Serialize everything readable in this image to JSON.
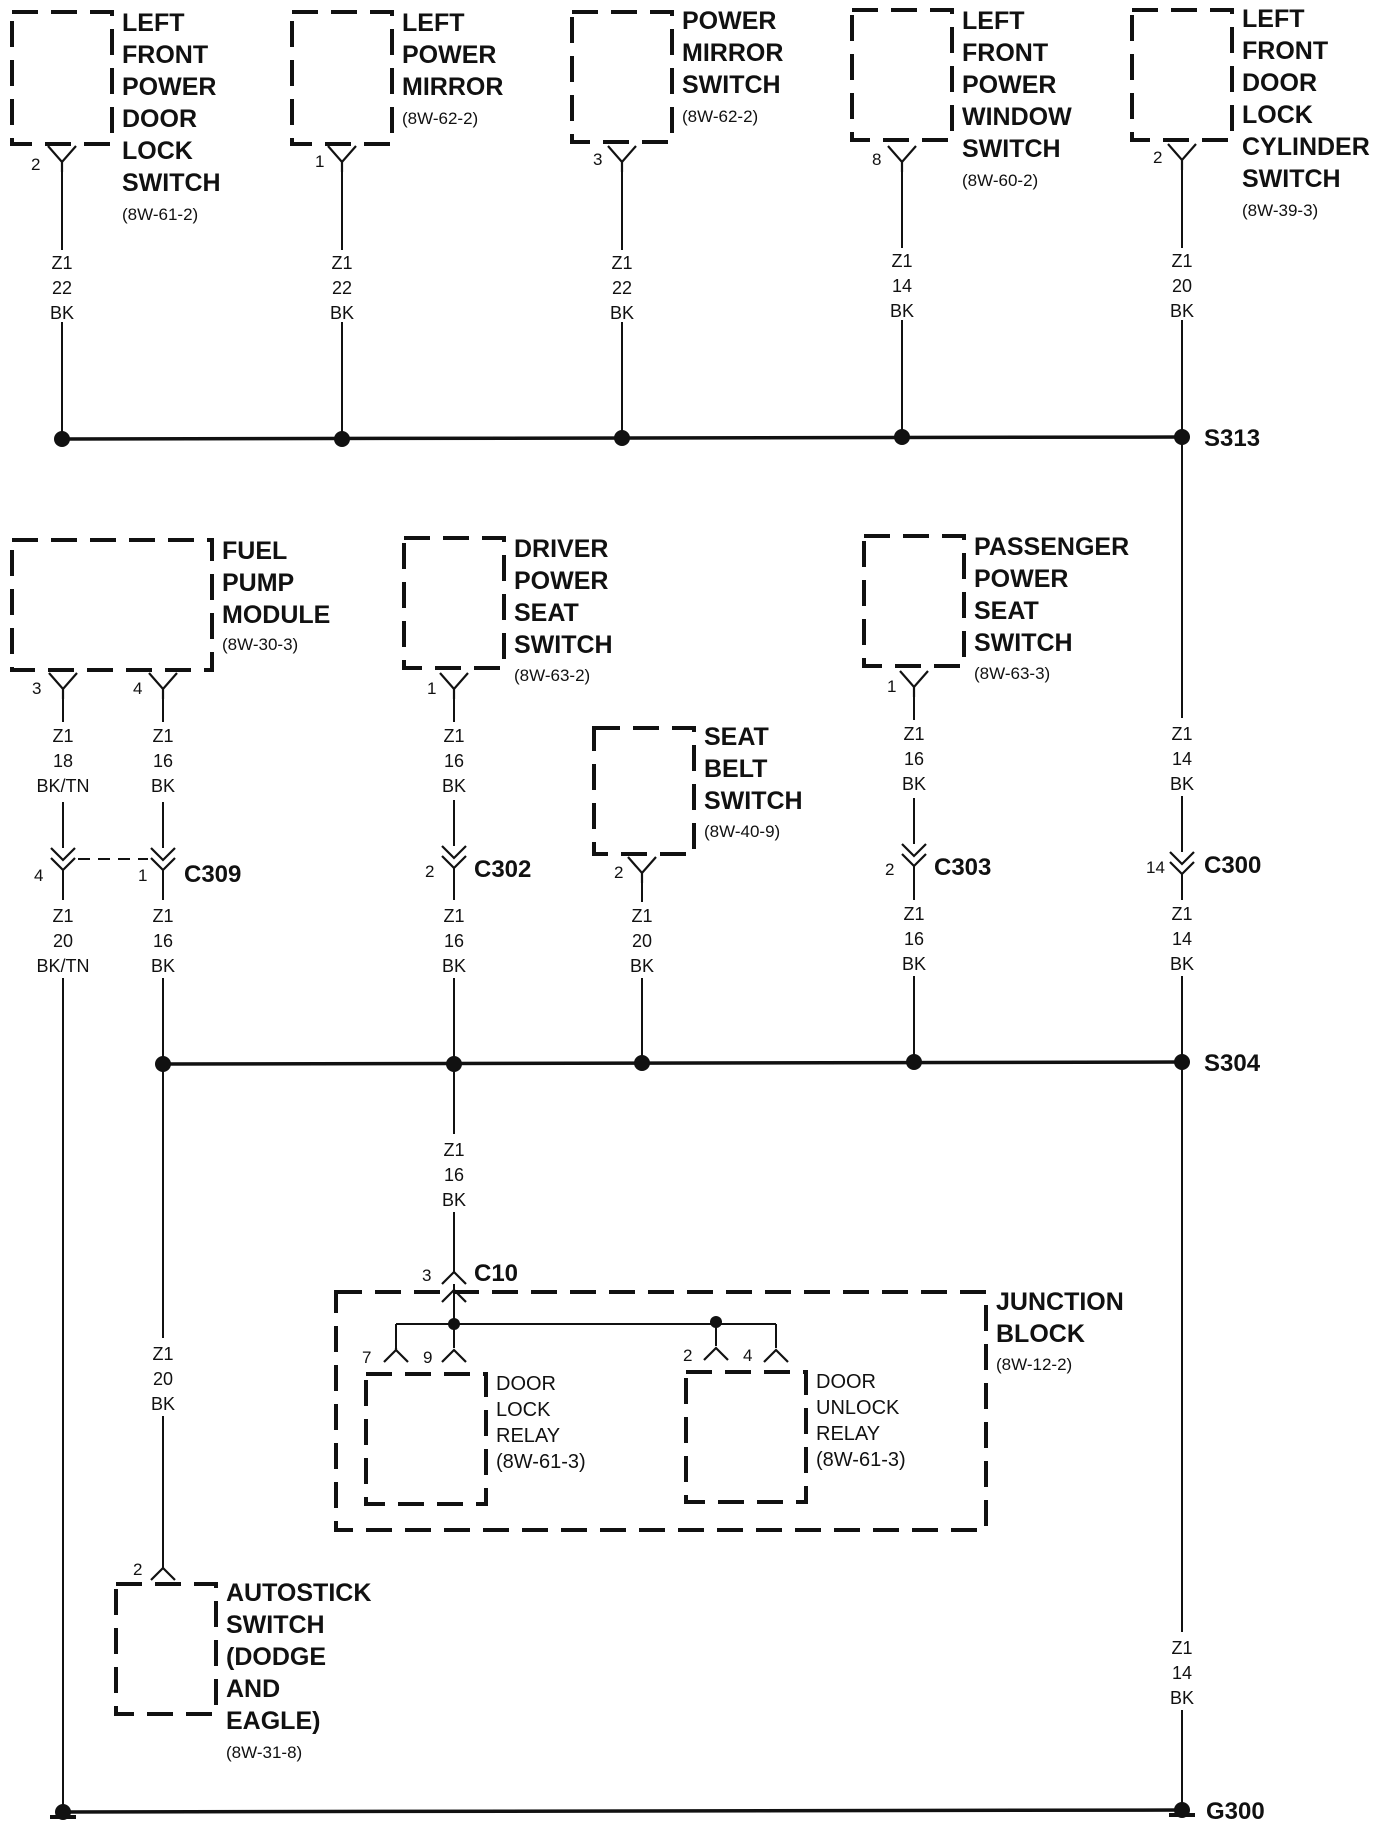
{
  "components": {
    "lf_door_lock_switch": {
      "lines": [
        "LEFT",
        "FRONT",
        "POWER",
        "DOOR",
        "LOCK",
        "SWITCH"
      ],
      "ref": "(8W-61-2)",
      "pin": "2"
    },
    "left_power_mirror": {
      "lines": [
        "LEFT",
        "POWER",
        "MIRROR"
      ],
      "ref": "(8W-62-2)",
      "pin": "1"
    },
    "power_mirror_switch": {
      "lines": [
        "POWER",
        "MIRROR",
        "SWITCH"
      ],
      "ref": "(8W-62-2)",
      "pin": "3"
    },
    "lf_window_switch": {
      "lines": [
        "LEFT",
        "FRONT",
        "POWER",
        "WINDOW",
        "SWITCH"
      ],
      "ref": "(8W-60-2)",
      "pin": "8"
    },
    "lf_lock_cylinder_switch": {
      "lines": [
        "LEFT",
        "FRONT",
        "DOOR",
        "LOCK",
        "CYLINDER",
        "SWITCH"
      ],
      "ref": "(8W-39-3)",
      "pin": "2"
    },
    "fuel_pump_module": {
      "lines": [
        "FUEL",
        "PUMP",
        "MODULE"
      ],
      "ref": "(8W-30-3)",
      "pin_a": "3",
      "pin_b": "4"
    },
    "driver_seat_switch": {
      "lines": [
        "DRIVER",
        "POWER",
        "SEAT",
        "SWITCH"
      ],
      "ref": "(8W-63-2)",
      "pin": "1"
    },
    "seat_belt_switch": {
      "lines": [
        "SEAT",
        "BELT",
        "SWITCH"
      ],
      "ref": "(8W-40-9)",
      "pin": "2"
    },
    "passenger_seat_switch": {
      "lines": [
        "PASSENGER",
        "POWER",
        "SEAT",
        "SWITCH"
      ],
      "ref": "(8W-63-3)",
      "pin": "1"
    },
    "junction_block": {
      "lines": [
        "JUNCTION",
        "BLOCK"
      ],
      "ref": "(8W-12-2)"
    },
    "door_lock_relay": {
      "lines": [
        "DOOR",
        "LOCK",
        "RELAY",
        "(8W-61-3)"
      ],
      "pin_a": "7",
      "pin_b": "9"
    },
    "door_unlock_relay": {
      "lines": [
        "DOOR",
        "UNLOCK",
        "RELAY",
        "(8W-61-3)"
      ],
      "pin_a": "2",
      "pin_b": "4"
    },
    "autostick_switch": {
      "lines": [
        "AUTOSTICK",
        "SWITCH",
        "(DODGE",
        "AND",
        "EAGLE)"
      ],
      "ref": "(8W-31-8)",
      "pin": "2"
    }
  },
  "wires": {
    "w1": [
      "Z1",
      "22",
      "BK"
    ],
    "w2": [
      "Z1",
      "22",
      "BK"
    ],
    "w3": [
      "Z1",
      "22",
      "BK"
    ],
    "w4": [
      "Z1",
      "14",
      "BK"
    ],
    "w5": [
      "Z1",
      "20",
      "BK"
    ],
    "w6": [
      "Z1",
      "18",
      "BK/TN"
    ],
    "w7": [
      "Z1",
      "16",
      "BK"
    ],
    "w8": [
      "Z1",
      "16",
      "BK"
    ],
    "w9": [
      "Z1",
      "16",
      "BK"
    ],
    "w10": [
      "Z1",
      "14",
      "BK"
    ],
    "w11": [
      "Z1",
      "20",
      "BK/TN"
    ],
    "w12": [
      "Z1",
      "16",
      "BK"
    ],
    "w13": [
      "Z1",
      "16",
      "BK"
    ],
    "w14": [
      "Z1",
      "20",
      "BK"
    ],
    "w15": [
      "Z1",
      "16",
      "BK"
    ],
    "w16": [
      "Z1",
      "14",
      "BK"
    ],
    "w17": [
      "Z1",
      "16",
      "BK"
    ],
    "w18": [
      "Z1",
      "20",
      "BK"
    ],
    "w19": [
      "Z1",
      "14",
      "BK"
    ]
  },
  "connectors": {
    "c309": {
      "label": "C309",
      "pin_a": "4",
      "pin_b": "1"
    },
    "c302": {
      "label": "C302",
      "pin": "2"
    },
    "c303": {
      "label": "C303",
      "pin": "2"
    },
    "c300": {
      "label": "C300",
      "pin": "14"
    },
    "c10": {
      "label": "C10",
      "pin": "3"
    }
  },
  "splices": {
    "s313": "S313",
    "s304": "S304"
  },
  "ground": {
    "g300": "G300"
  }
}
